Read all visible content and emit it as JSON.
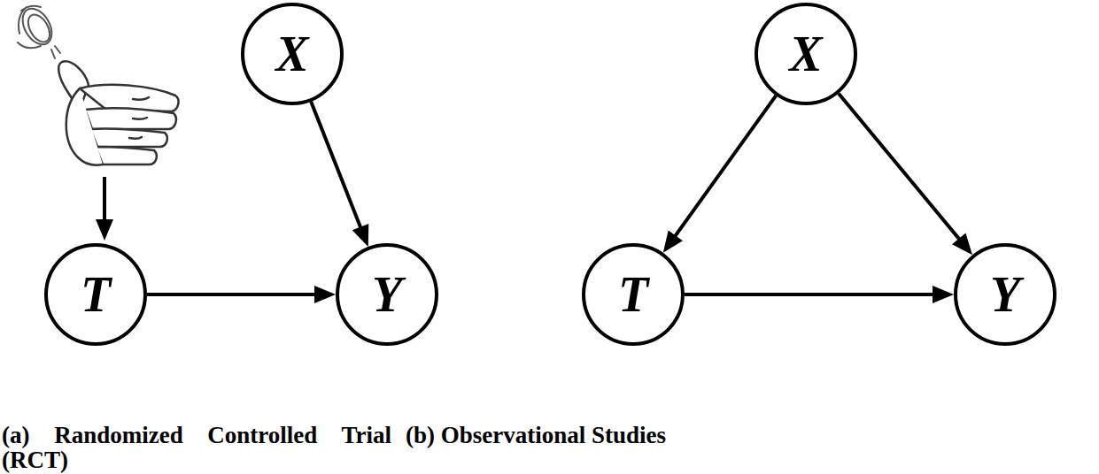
{
  "diagram": {
    "nodes": [
      {
        "text": [
          "X"
        ]
      },
      {
        "text": [
          "T"
        ]
      },
      {
        "text": [
          "Y"
        ]
      },
      {
        "text": [
          "X"
        ]
      },
      {
        "text": [
          "T"
        ]
      },
      {
        "text": [
          "Y"
        ]
      }
    ],
    "edges": [
      {
        "from": 0,
        "to": 2,
        "arrow": "to"
      },
      {
        "from": 1,
        "to": 2,
        "arrow": "to"
      },
      {
        "from": 3,
        "to": 4,
        "arrow": "to"
      },
      {
        "from": 3,
        "to": 5,
        "arrow": "to"
      },
      {
        "from": 4,
        "to": 5,
        "arrow": "to"
      }
    ],
    "labels": [
      "(a) Randomized Controlled Trial (RCT)",
      "(b) Observational Studies"
    ]
  }
}
